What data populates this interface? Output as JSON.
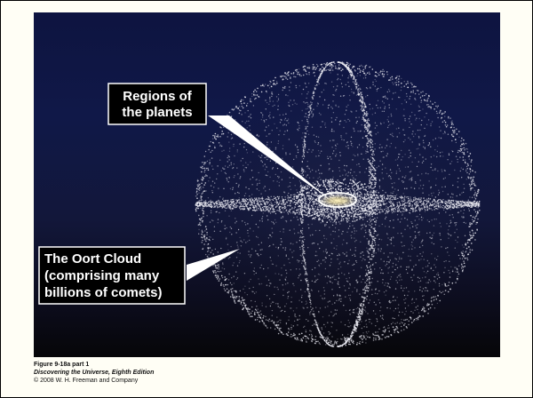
{
  "figure": {
    "label_planets": [
      "Regions of",
      "the planets"
    ],
    "label_oort": [
      "The Oort Cloud",
      "(comprising many",
      "billions of comets)"
    ]
  },
  "caption": {
    "figure_number": "Figure 9-18a part 1",
    "book_title": "Discovering the Universe, Eighth Edition",
    "copyright": "© 2008 W. H. Freeman and Company"
  },
  "colors": {
    "background_top": "#0e1440",
    "background_bottom": "#060608",
    "comet_dots": "#e8e8f0",
    "label_fill": "#000000",
    "label_text": "#ffffff",
    "frame_background": "#fffef5"
  }
}
